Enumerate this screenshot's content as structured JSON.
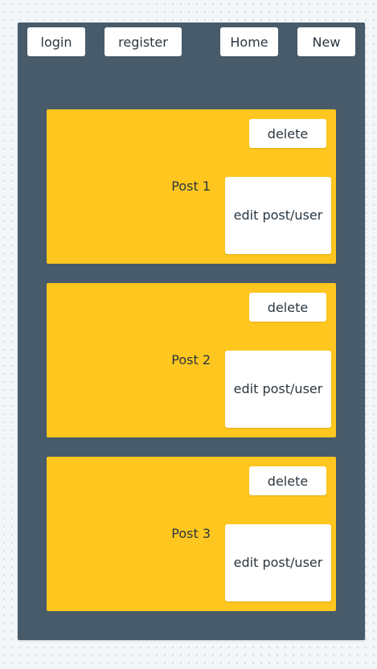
{
  "nav": {
    "login_label": "login",
    "register_label": "register",
    "home_label": "Home",
    "new_label": "New"
  },
  "posts": [
    {
      "title": "Post 1",
      "delete_label": "delete",
      "edit_label": "edit post/user"
    },
    {
      "title": "Post 2",
      "delete_label": "delete",
      "edit_label": "edit post/user"
    },
    {
      "title": "Post 3",
      "delete_label": "delete",
      "edit_label": "edit post/user"
    }
  ],
  "colors": {
    "frame_background": "#475b6b",
    "card_background": "#fec61e",
    "button_background": "#ffffff",
    "text": "#2a3640"
  }
}
